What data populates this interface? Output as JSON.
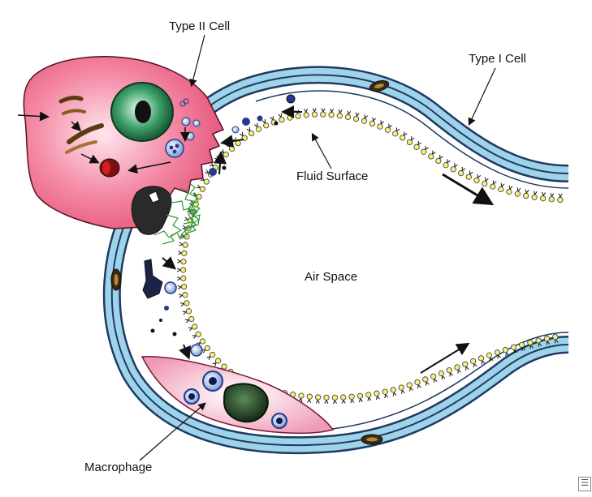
{
  "labels": {
    "type2": "Type II Cell",
    "type1": "Type I Cell",
    "fluid": "Fluid Surface",
    "air": "Air Space",
    "macrophage": "Macrophage"
  },
  "colors": {
    "membrane_fill": "#9fd3ea",
    "membrane_stroke": "#1e3a63",
    "type2_cell": "#f06c8e",
    "macrophage": "#f3a7c0",
    "nucleus_green": "#1f7a4a",
    "surfactant_head": "#f4f07a",
    "myelin_green": "#2f9a3a",
    "vesicle_blue": "#243a8c"
  },
  "icons": {
    "corner": "corner-mark-icon"
  }
}
